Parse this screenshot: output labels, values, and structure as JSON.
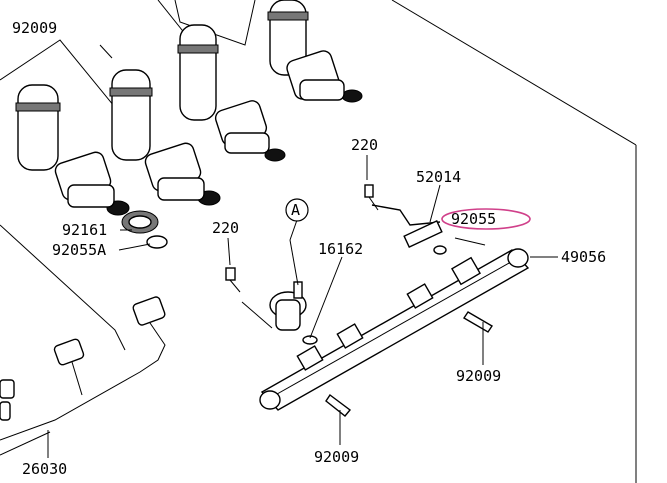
{
  "labels": {
    "l92009_top": "92009",
    "l220_a": "220",
    "l52014": "52014",
    "l92055": "92055",
    "l49056": "49056",
    "l92161": "92161",
    "l92055a": "92055A",
    "l220_b": "220",
    "l16162": "16162",
    "l92009_right": "92009",
    "l92009_bottom": "92009",
    "l26030": "26030",
    "callout_a": "A"
  },
  "colors": {
    "highlight": "#d0408a",
    "line": "#000000",
    "injector_band": "#6e6e6e"
  }
}
